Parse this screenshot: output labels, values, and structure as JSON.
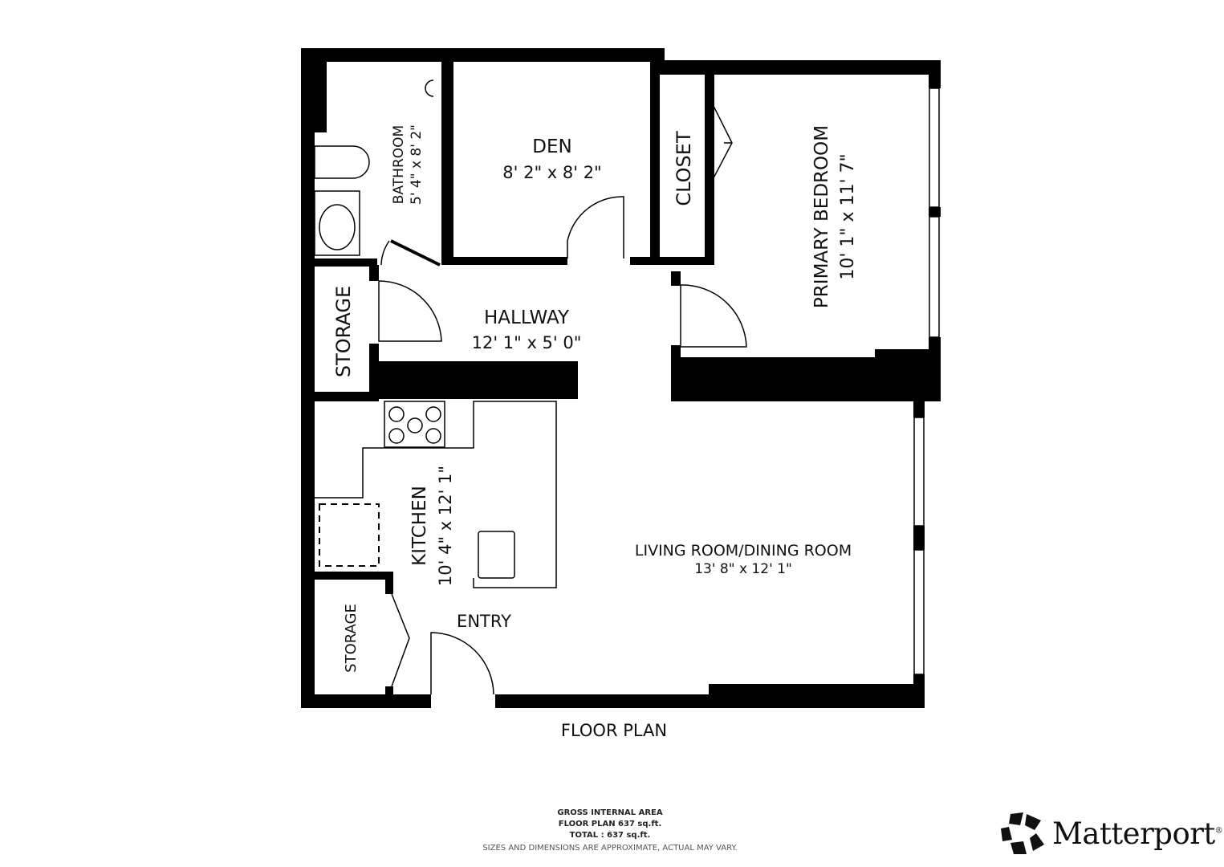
{
  "plan_title": "FLOOR PLAN",
  "rooms": {
    "bathroom": {
      "name": "BATHROOM",
      "dims": "5' 4\" x 8' 2\""
    },
    "den": {
      "name": "DEN",
      "dims": "8' 2\" x 8' 2\""
    },
    "closet": {
      "name": "CLOSET"
    },
    "primary_bedroom": {
      "name": "PRIMARY BEDROOM",
      "dims": "10' 1\" x 11' 7\""
    },
    "storage_upper": {
      "name": "STORAGE"
    },
    "hallway": {
      "name": "HALLWAY",
      "dims": "12' 1\" x 5' 0\""
    },
    "kitchen": {
      "name": "KITCHEN",
      "dims": "10' 4\" x 12' 1\""
    },
    "living": {
      "name": "LIVING ROOM/DINING ROOM",
      "dims": "13' 8\" x 12' 1\""
    },
    "storage_lower": {
      "name": "STORAGE"
    },
    "entry": {
      "name": "ENTRY"
    }
  },
  "area": {
    "heading": "GROSS INTERNAL AREA",
    "floor_plan": "FLOOR PLAN 637 sq.ft.",
    "total": "TOTAL :  637 sq.ft.",
    "disclaimer": "SIZES AND DIMENSIONS ARE APPROXIMATE, ACTUAL MAY VARY."
  },
  "brand": {
    "name": "Matterport",
    "mark": "®"
  }
}
